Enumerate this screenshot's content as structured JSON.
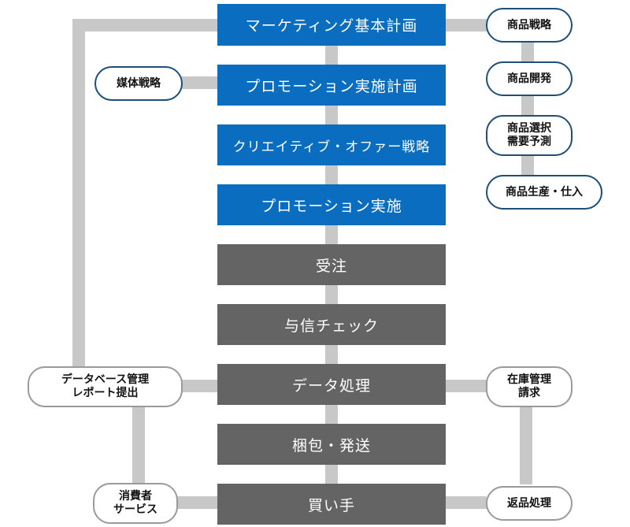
{
  "colors": {
    "blue": "#0b6dbf",
    "gray": "#646464",
    "line": "#c8c8c8",
    "pill_border": "#1d4f78",
    "pill_border_gray": "#9a9a9a"
  },
  "flow": [
    {
      "label": "マーケティング基本計画"
    },
    {
      "label": "プロモーション実施計画"
    },
    {
      "label": "クリエイティブ・オファー戦略"
    },
    {
      "label": "プロモーション実施"
    },
    {
      "label": "受注"
    },
    {
      "label": "与信チェック"
    },
    {
      "label": "データ処理"
    },
    {
      "label": "梱包・発送"
    },
    {
      "label": "買い手"
    }
  ],
  "right_top": [
    {
      "label": "商品戦略"
    },
    {
      "label": "商品開発"
    },
    {
      "label": "商品選択\n需要予測"
    },
    {
      "label": "商品生産・仕入"
    }
  ],
  "left_top": {
    "label": "媒体戦略"
  },
  "left_data": {
    "label": "データベース管理\nレポート提出"
  },
  "left_consumer": {
    "label": "消費者\nサービス"
  },
  "right_stock": {
    "label": "在庫管理\n請求"
  },
  "right_return": {
    "label": "返品処理"
  }
}
